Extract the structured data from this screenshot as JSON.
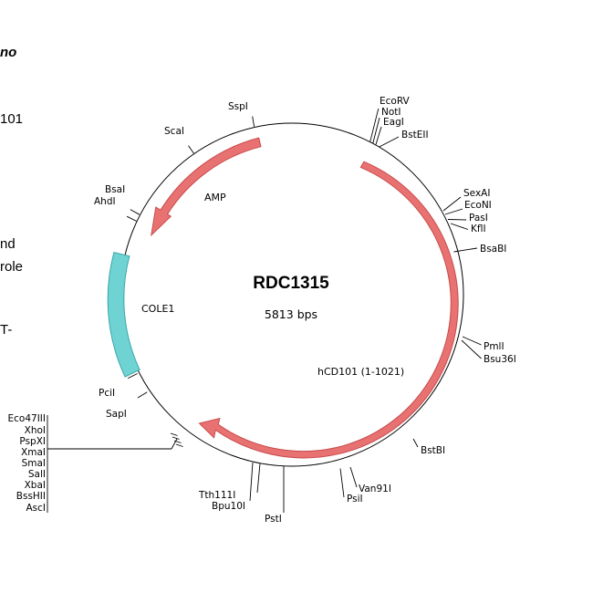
{
  "side_text": {
    "line1": "no",
    "line2": "101",
    "line3": "nd",
    "line4": "role",
    "line5": "T-"
  },
  "plasmid": {
    "name": "RDC1315",
    "size": "5813 bps"
  },
  "features": {
    "amp": "AMP",
    "cole1": "COLE1",
    "hcd101": "hCD101 (1-1021)"
  },
  "sites": {
    "sspi": "SspI",
    "scai": "ScaI",
    "bsai": "BsaI",
    "ahdi": "AhdI",
    "ecorv": "EcoRV",
    "noti": "NotI",
    "eagi": "EagI",
    "bsteii": "BstEII",
    "sexai": "SexAI",
    "econi": "EcoNI",
    "pasi": "PasI",
    "kfli": "KflI",
    "bsabi": "BsaBI",
    "pmli": "PmlI",
    "bsu36i": "Bsu36I",
    "bstbi": "BstBI",
    "van91i": "Van91I",
    "psii": "PsiI",
    "psti": "PstI",
    "tth111i": "Tth111I",
    "bpu10i": "Bpu10I",
    "pcii": "PciI",
    "sapi": "SapI"
  },
  "mcs": [
    "Eco47III",
    "XhoI",
    "PspXI",
    "XmaI",
    "SmaI",
    "SalI",
    "XbaI",
    "BssHII",
    "AscI"
  ],
  "colors": {
    "arrow_fill": "#e87272",
    "arrow_stroke": "#c94a4a",
    "cole1_fill": "#6fd3d3",
    "cole1_stroke": "#3aa6a6"
  }
}
